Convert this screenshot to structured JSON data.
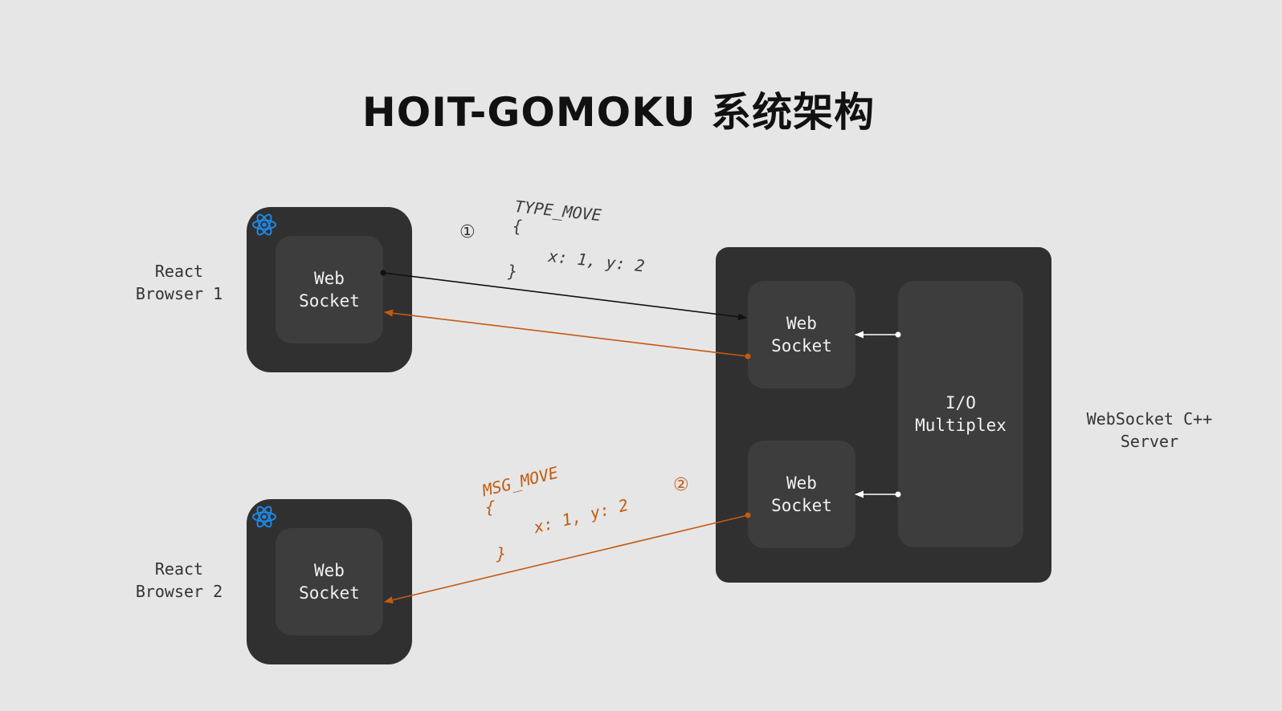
{
  "title": "HOIT-GOMOKU 系统架构",
  "browsers": [
    {
      "label_line1": "React",
      "label_line2": "Browser 1",
      "socket_line1": "Web",
      "socket_line2": "Socket"
    },
    {
      "label_line1": "React",
      "label_line2": "Browser 2",
      "socket_line1": "Web",
      "socket_line2": "Socket"
    }
  ],
  "server": {
    "label_line1": "WebSocket C++",
    "label_line2": "Server",
    "sockets": [
      {
        "line1": "Web",
        "line2": "Socket"
      },
      {
        "line1": "Web",
        "line2": "Socket"
      }
    ],
    "mux_line1": "I/O",
    "mux_line2": "Multiplex"
  },
  "messages": {
    "type_move": {
      "name": "TYPE_MOVE",
      "open": "{",
      "body": "x: 1, y: 2",
      "close": "}",
      "step": "①"
    },
    "msg_move": {
      "name": "MSG_MOVE",
      "open": "{",
      "body": "x: 1, y: 2",
      "close": "}",
      "step": "②"
    }
  },
  "colors": {
    "background": "#e6e6e6",
    "box_dark": "#303030",
    "box_inner": "#3d3d3d",
    "accent_orange": "#c55a11",
    "react_blue": "#1e88e5"
  },
  "icons": [
    "react-logo-icon"
  ]
}
